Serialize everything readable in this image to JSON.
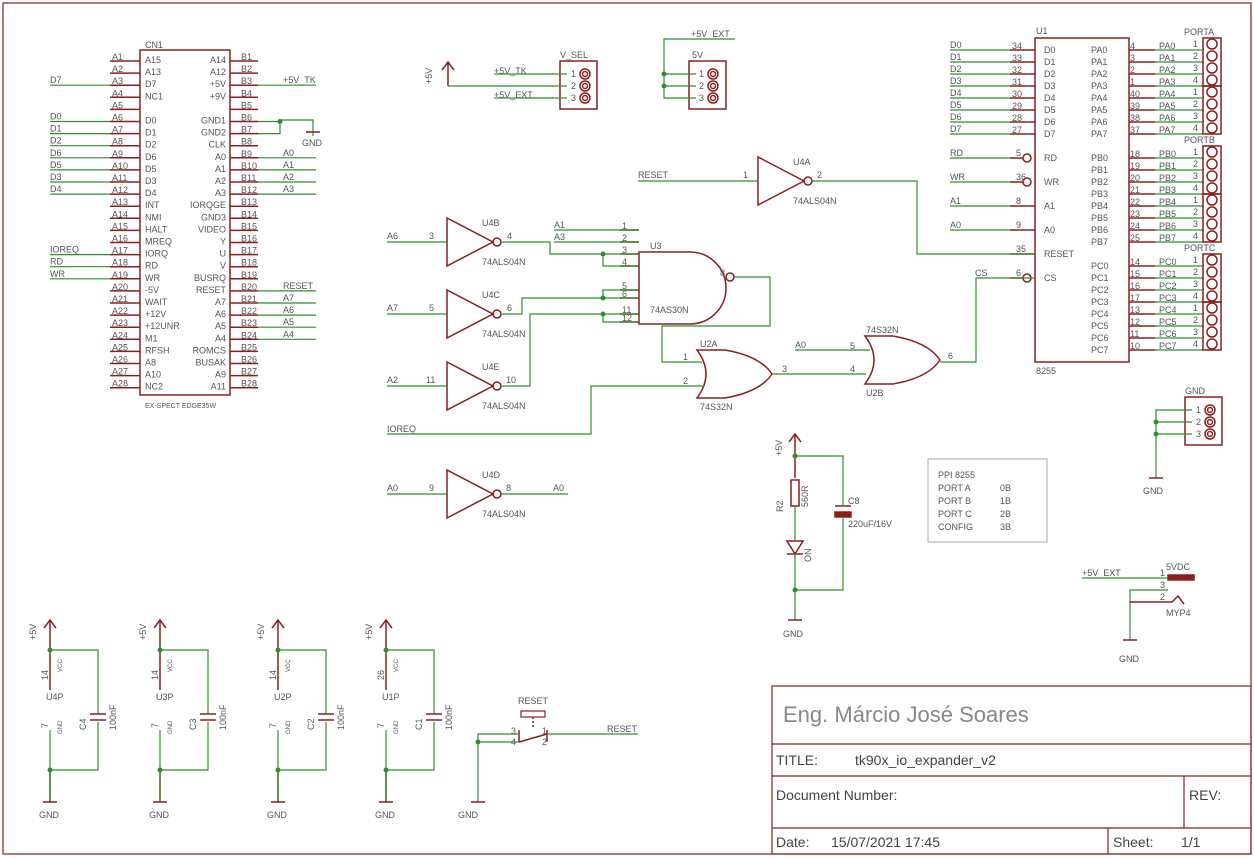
{
  "title_block": {
    "author": "Eng. Márcio José Soares",
    "title_label": "TITLE:",
    "title_value": "tk90x_io_expander_v2",
    "docnum_label": "Document Number:",
    "rev_label": "REV:",
    "date_label": "Date:",
    "date_value": "15/07/2021 17:45",
    "sheet_label": "Sheet:",
    "sheet_value": "1/1"
  },
  "edge_conn": {
    "name": "CN1",
    "footer": "EX-SPECT EDGE35W",
    "left_pins": [
      "A1",
      "A2",
      "A3",
      "A4",
      "A5",
      "A6",
      "A7",
      "A8",
      "A9",
      "A10",
      "A11",
      "A12",
      "A13",
      "A14",
      "A15",
      "A16",
      "A17",
      "A18",
      "A19",
      "A20",
      "A21",
      "A22",
      "A23",
      "A24",
      "A25",
      "A26",
      "A27",
      "A28"
    ],
    "left_sigs": [
      "A15",
      "A13",
      "D7",
      "NC1",
      "",
      "D0",
      "D1",
      "D2",
      "D6",
      "D5",
      "D3",
      "D4",
      "INT",
      "NMI",
      "HALT",
      "MREQ",
      "IORQ",
      "RD",
      "WR",
      "-5V",
      "WAIT",
      "+12V",
      "+12UNR",
      "M1",
      "RFSH",
      "A8",
      "A10",
      "NC2"
    ],
    "right_sigs": [
      "A14",
      "A12",
      "+5V",
      "+9V",
      "",
      "GND1",
      "GND2",
      "CLK",
      "A0",
      "A1",
      "A2",
      "A3",
      "IORQGE",
      "GND3",
      "VIDEO",
      "Y",
      "U",
      "V",
      "BUSRQ",
      "RESET",
      "A7",
      "A6",
      "A5",
      "A4",
      "ROMCS",
      "BUSAK",
      "A9",
      "A11"
    ],
    "right_pins": [
      "B1",
      "B2",
      "B3",
      "B4",
      "B5",
      "B6",
      "B7",
      "B8",
      "B9",
      "B10",
      "B11",
      "B12",
      "B13",
      "B14",
      "B15",
      "B16",
      "B17",
      "B18",
      "B19",
      "B20",
      "B21",
      "B22",
      "B23",
      "B24",
      "B25",
      "B26",
      "B27",
      "B28"
    ],
    "left_nets": {
      "A3": "D7",
      "A6": "D0",
      "A7": "D1",
      "A8": "D2",
      "A9": "D6",
      "A10": "D5",
      "A11": "D3",
      "A12": "D4",
      "A17": "IOREQ",
      "A18": "RD",
      "A19": "WR"
    },
    "right_nets": {
      "B3": "+5V_TK",
      "B9": "A0",
      "B10": "A1",
      "B11": "A2",
      "B12": "A3",
      "B20": "RESET",
      "B21": "A7",
      "B22": "A6",
      "B23": "A5",
      "B24": "A4"
    },
    "gnd_label": "GND"
  },
  "vsel": {
    "name": "V_SEL",
    "pins": [
      "1",
      "2",
      "3"
    ],
    "net1": "+5V_TK",
    "net3": "+5V_EXT",
    "supply": "+5V"
  },
  "j5v": {
    "name": "5V",
    "pins": [
      "1",
      "2",
      "3"
    ],
    "net": "+5V_EXT"
  },
  "u1": {
    "name": "U1",
    "part": "8255",
    "left": [
      [
        "D0",
        "34"
      ],
      [
        "D1",
        "33"
      ],
      [
        "D2",
        "32"
      ],
      [
        "D3",
        "31"
      ],
      [
        "D4",
        "30"
      ],
      [
        "D5",
        "29"
      ],
      [
        "D6",
        "28"
      ],
      [
        "D7",
        "27"
      ]
    ],
    "ctrl": [
      [
        "RD",
        "5"
      ],
      [
        "WR",
        "36"
      ],
      [
        "A1",
        "8"
      ],
      [
        "A0",
        "9"
      ],
      [
        "RESET",
        "35"
      ],
      [
        "CS",
        "6"
      ]
    ],
    "pa": [
      [
        "PA0",
        "4"
      ],
      [
        "PA1",
        "3"
      ],
      [
        "PA2",
        "2"
      ],
      [
        "PA3",
        "1"
      ],
      [
        "PA4",
        "40"
      ],
      [
        "PA5",
        "39"
      ],
      [
        "PA6",
        "38"
      ],
      [
        "PA7",
        "37"
      ]
    ],
    "pb": [
      [
        "PB0",
        "18"
      ],
      [
        "PB1",
        "19"
      ],
      [
        "PB2",
        "20"
      ],
      [
        "PB3",
        "21"
      ],
      [
        "PB4",
        "22"
      ],
      [
        "PB5",
        "23"
      ],
      [
        "PB6",
        "24"
      ],
      [
        "PB7",
        "25"
      ]
    ],
    "pc": [
      [
        "PC0",
        "14"
      ],
      [
        "PC1",
        "15"
      ],
      [
        "PC2",
        "16"
      ],
      [
        "PC3",
        "17"
      ],
      [
        "PC4",
        "13"
      ],
      [
        "PC5",
        "12"
      ],
      [
        "PC6",
        "11"
      ],
      [
        "PC7",
        "10"
      ]
    ],
    "ctrl_nets": [
      "RD",
      "WR",
      "A1",
      "A0",
      "",
      "CS"
    ]
  },
  "ports": {
    "porta": "PORTA",
    "portb": "PORTB",
    "portc": "PORTC",
    "pins": [
      "1",
      "2",
      "3",
      "4"
    ]
  },
  "gates": {
    "u4a": {
      "name": "U4A",
      "part": "74ALS04N",
      "in_pin": "1",
      "out_pin": "2",
      "in_net": "RESET"
    },
    "u4b": {
      "name": "U4B",
      "part": "74ALS04N",
      "in_pin": "3",
      "out_pin": "4",
      "in_net": "A6"
    },
    "u4c": {
      "name": "U4C",
      "part": "74ALS04N",
      "in_pin": "5",
      "out_pin": "6",
      "in_net": "A7"
    },
    "u4e": {
      "name": "U4E",
      "part": "74ALS04N",
      "in_pin": "11",
      "out_pin": "10",
      "in_net": "A2"
    },
    "u4d": {
      "name": "U4D",
      "part": "74ALS04N",
      "in_pin": "9",
      "out_pin": "8",
      "in_net": "A0",
      "out_net": "A0"
    },
    "u3": {
      "name": "U3",
      "part": "74AS30N",
      "pins": [
        "1",
        "2",
        "3",
        "4",
        "5",
        "6",
        "11",
        "12"
      ],
      "out_pin": "8",
      "in_nets": [
        "A1",
        "A3"
      ]
    },
    "u2a": {
      "name": "U2A",
      "part": "74S32N",
      "pins": [
        "1",
        "2"
      ],
      "out_pin": "3",
      "in2_net": "IOREQ"
    },
    "u2b": {
      "name": "U2B",
      "part": "74S32N",
      "pins": [
        "5",
        "4"
      ],
      "out_pin": "6",
      "in1_net": "A0",
      "top_label": "74S32N",
      "out_net": "CS"
    }
  },
  "power_led": {
    "supply": "+5V",
    "r_name": "R2",
    "r_value": "560R",
    "c_name": "C8",
    "c_value": "220uF/16V",
    "led_label": "ON",
    "gnd": "GND"
  },
  "info_box": {
    "title": "PPI 8255",
    "rows": [
      [
        "PORT A",
        "0B"
      ],
      [
        "PORT B",
        "1B"
      ],
      [
        "PORT C",
        "2B"
      ],
      [
        "CONFIG",
        "3B"
      ]
    ]
  },
  "gnd_conn": {
    "name": "GND",
    "pins": [
      "1",
      "2",
      "3"
    ],
    "gnd": "GND"
  },
  "dc_jack": {
    "name": "5VDC",
    "part": "MYP4",
    "pins": [
      "1",
      "3",
      "2"
    ],
    "net": "+5V_EXT",
    "gnd": "GND"
  },
  "decoupling": [
    {
      "u": "U4P",
      "c": "C4",
      "v": "100nF",
      "vcc_pin": "14",
      "gnd_pin": "7"
    },
    {
      "u": "U3P",
      "c": "C3",
      "v": "100nF",
      "vcc_pin": "14",
      "gnd_pin": "7"
    },
    {
      "u": "U2P",
      "c": "C2",
      "v": "100nF",
      "vcc_pin": "14",
      "gnd_pin": "7"
    },
    {
      "u": "U1P",
      "c": "C1",
      "v": "100nF",
      "vcc_pin": "26",
      "gnd_pin": "7"
    }
  ],
  "supply_label": "+5V",
  "gnd_label": "GND",
  "vcc_label": "VCC",
  "gnd_pin_label": "GND",
  "reset_sw": {
    "name": "RESET",
    "pins": [
      "3",
      "4",
      "1",
      "2"
    ],
    "net": "RESET",
    "gnd": "GND"
  }
}
